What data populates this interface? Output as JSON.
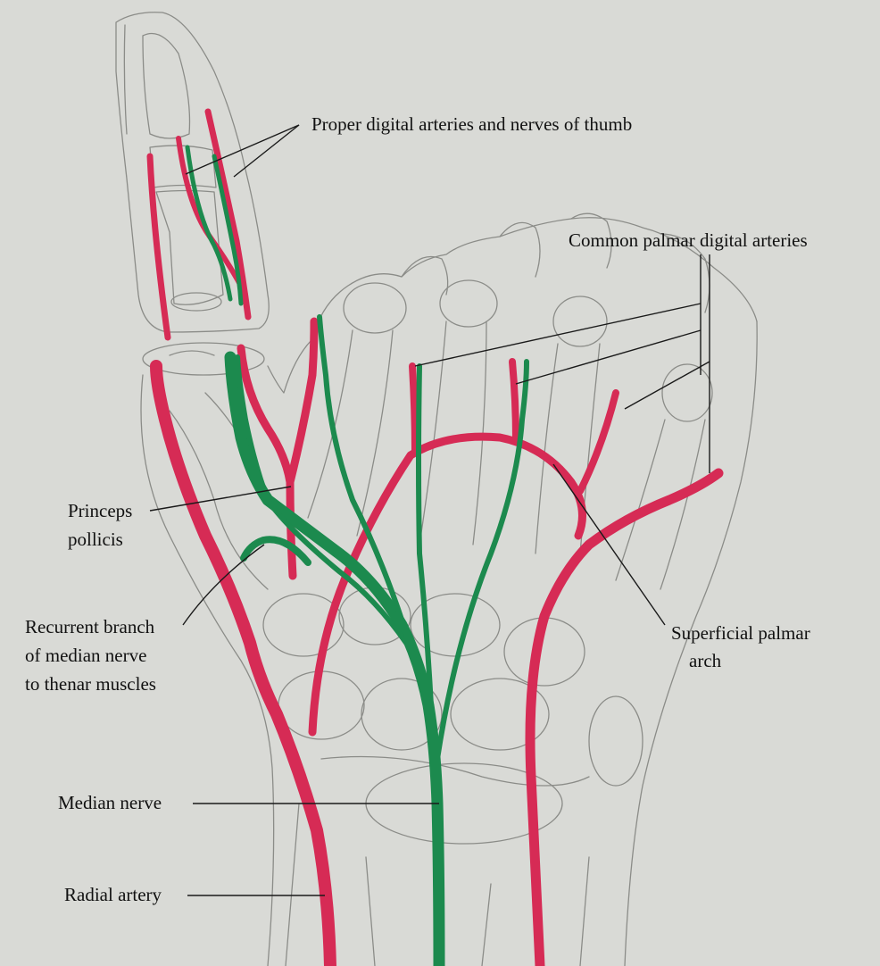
{
  "colors": {
    "paper": "#d9dad6",
    "artery": "#d62b55",
    "nerve": "#1c8a4e",
    "sketch": "#8b8c88",
    "text": "#111111"
  },
  "labels": {
    "thumb_vessels": "Proper digital arteries and nerves of thumb",
    "common_palmar": "Common palmar digital arteries",
    "princeps_line1": "Princeps",
    "princeps_line2": "pollicis",
    "recurrent_line1": "Recurrent branch",
    "recurrent_line2": "of median nerve",
    "recurrent_line3": "to thenar muscles",
    "superficial_line1": "Superficial palmar",
    "superficial_line2": "arch",
    "median_nerve": "Median nerve",
    "radial_artery": "Radial artery"
  }
}
